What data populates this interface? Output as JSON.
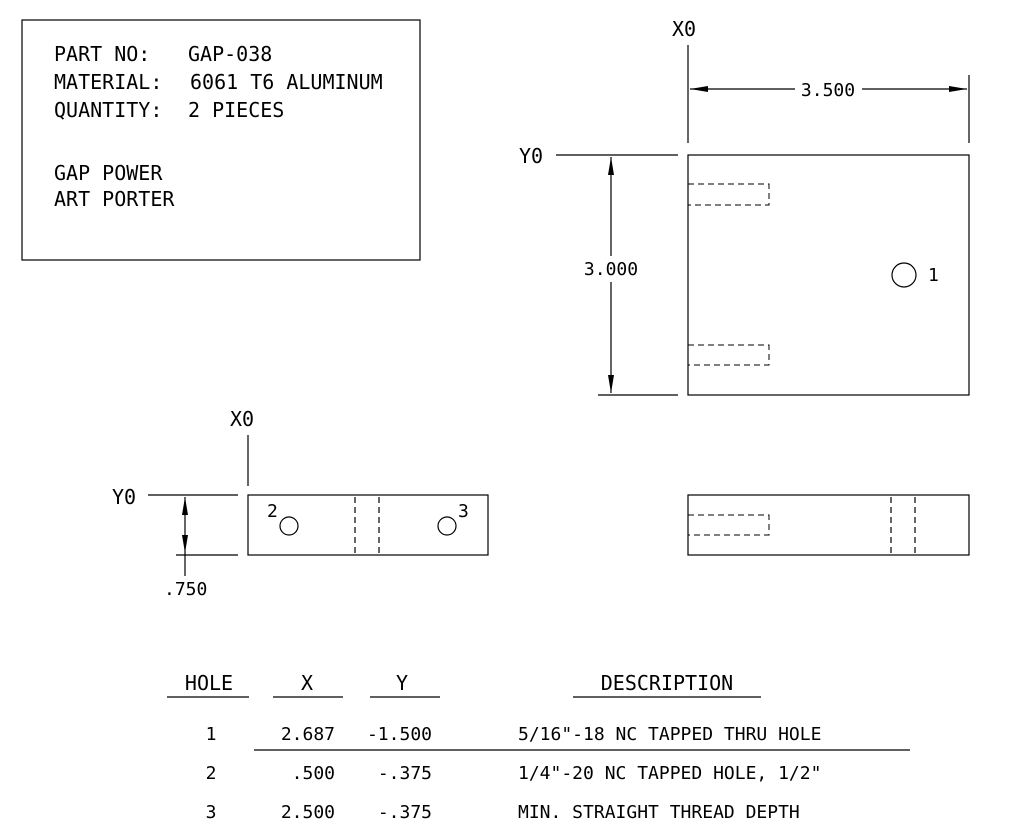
{
  "title_block": {
    "part_no_label": "PART NO:",
    "part_no": "GAP-038",
    "material_label": "MATERIAL:",
    "material": "6061 T6 ALUMINUM",
    "quantity_label": "QUANTITY:",
    "quantity": "2 PIECES",
    "line1": "GAP POWER",
    "line2": "ART PORTER"
  },
  "top_view": {
    "x_origin": "X0",
    "y_origin": "Y0",
    "width_dim": "3.500",
    "height_dim": "3.000",
    "hole_label": "1"
  },
  "side_view": {
    "x_origin": "X0",
    "y_origin": "Y0",
    "height_dim": ".750",
    "hole2_label": "2",
    "hole3_label": "3"
  },
  "hole_table": {
    "headers": [
      "HOLE",
      "X",
      "Y",
      "DESCRIPTION"
    ],
    "rows": [
      {
        "hole": "1",
        "x": "2.687",
        "y": "-1.500",
        "description": "5/16\"-18 NC TAPPED THRU HOLE"
      },
      {
        "hole": "2",
        "x": ".500",
        "y": "-.375",
        "description": "1/4\"-20 NC TAPPED HOLE, 1/2\""
      },
      {
        "hole": "3",
        "x": "2.500",
        "y": "-.375",
        "description": "MIN. STRAIGHT THREAD DEPTH"
      }
    ]
  }
}
